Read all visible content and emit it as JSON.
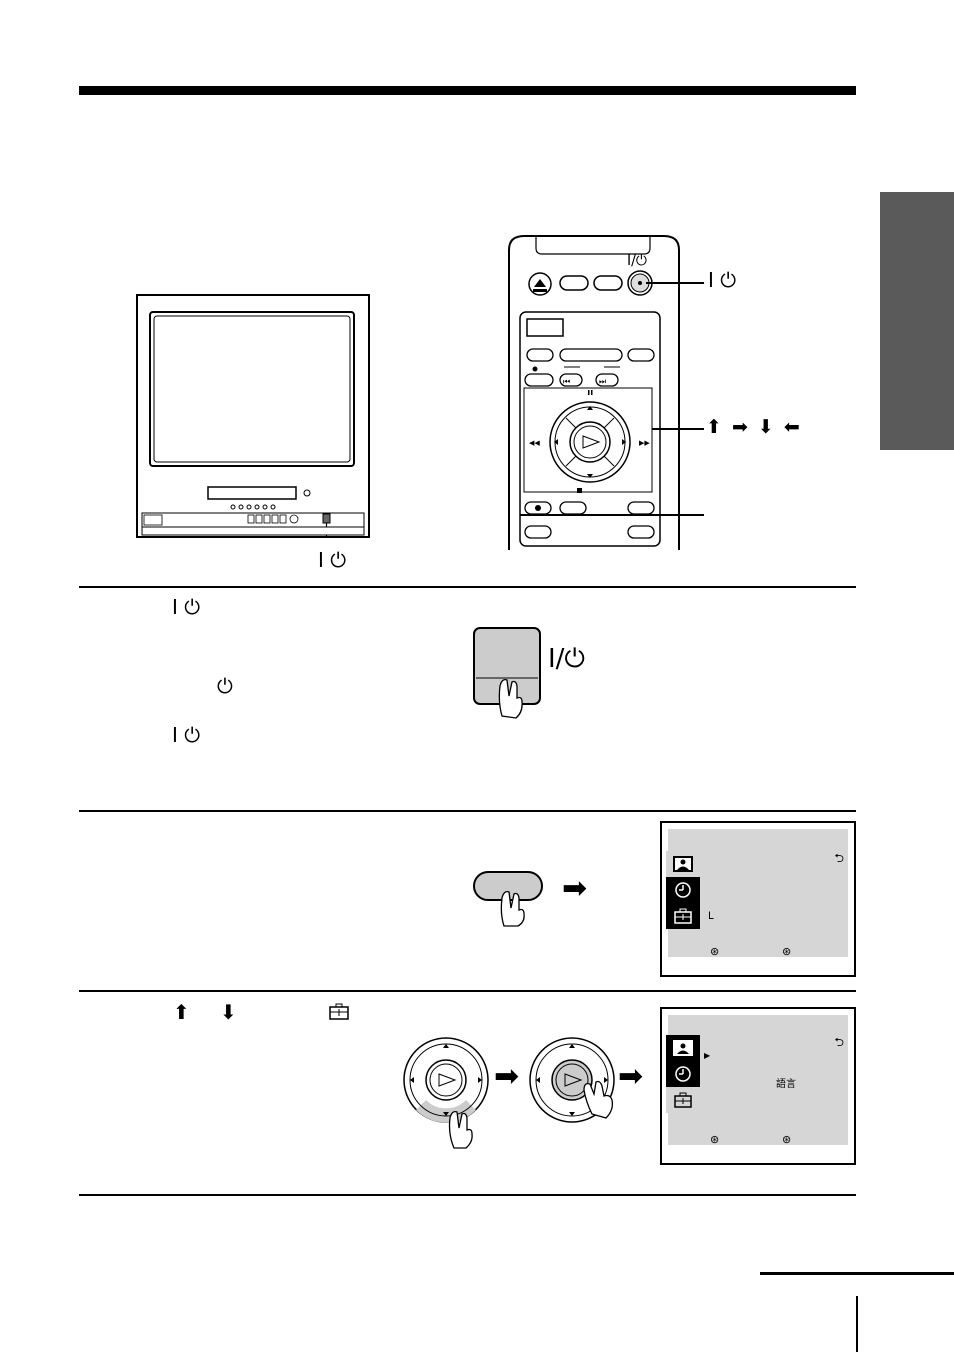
{
  "power_symbol": "I ⏻",
  "power_slash_symbol": "I/⏻",
  "standby_symbol": "⏻",
  "arrows_label": "⬆ ➡ ⬇ ⬅",
  "step1": {
    "power_sym_a": "I ⏻",
    "standby_sym": "⏻",
    "power_sym_b": "I ⏻",
    "button_label": "I/⏻"
  },
  "step3": {
    "up_arrow": "⬆",
    "down_arrow": "⬇"
  },
  "menu_b": {
    "kanji": "語言"
  },
  "colors": {
    "menu_screen": "#d6d6d6",
    "tab_bar": "#5a5a5a",
    "button_grey": "#cccccc"
  },
  "icons": {
    "menu_icon_1": "picture-person-icon",
    "menu_icon_2": "clock-icon",
    "menu_icon_3": "toolbox-icon",
    "return": "return-arrow-icon",
    "remote_eject": "eject-icon",
    "remote_mute": "mute-icon",
    "remote_display": "display-icon"
  }
}
